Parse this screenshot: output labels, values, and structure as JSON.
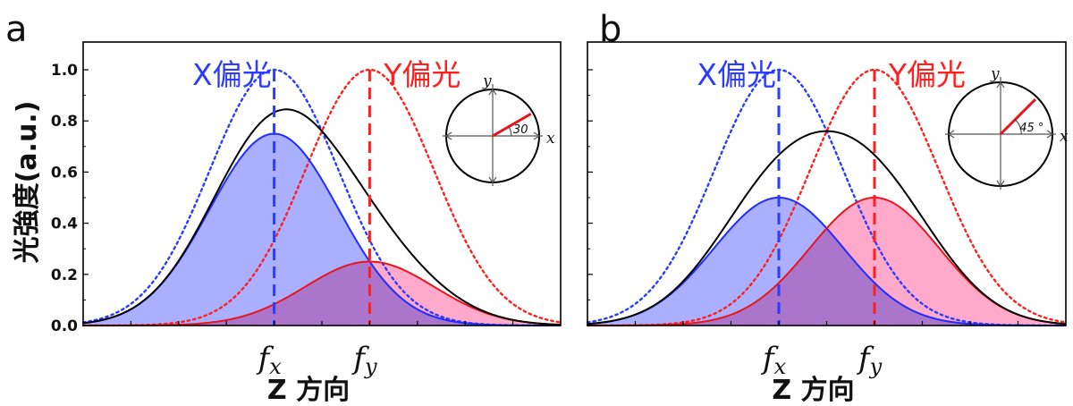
{
  "chart_data": [
    {
      "panel": "a",
      "type": "area",
      "ylabel": "光強度(a.u.)",
      "xlabel": "Z 方向",
      "ylim": [
        0,
        1.0
      ],
      "yticks": [
        "0.0",
        "0.2",
        "0.4",
        "0.6",
        "0.8",
        "1.0"
      ],
      "x_markers": [
        {
          "base": "f",
          "sub": "x",
          "x": 4.0
        },
        {
          "base": "f",
          "sub": "y",
          "x": 6.0
        }
      ],
      "xlim": [
        0,
        10
      ],
      "sigma": 1.35,
      "series": [
        {
          "label": "X偏光",
          "kind": "dotted-reference",
          "center": 4.0,
          "amplitude": 1.0,
          "color": "#2a3cff"
        },
        {
          "label": "Y偏光",
          "kind": "dotted-reference",
          "center": 6.0,
          "amplitude": 1.0,
          "color": "#ff1f1f"
        },
        {
          "kind": "filled-component",
          "center": 4.0,
          "amplitude": 0.75,
          "color": "#1f2cff",
          "fill": "#aab0ff"
        },
        {
          "kind": "filled-component",
          "center": 6.0,
          "amplitude": 0.25,
          "color": "#e8151b",
          "fill": "#ffaacb"
        },
        {
          "kind": "sum",
          "color": "#000000"
        }
      ],
      "inset": {
        "x_label": "x",
        "y_label": "y",
        "angle_label": "30",
        "angle_deg": 30
      }
    },
    {
      "panel": "b",
      "type": "area",
      "xlabel": "Z 方向",
      "ylim": [
        0,
        1.0
      ],
      "x_markers": [
        {
          "base": "f",
          "sub": "x",
          "x": 4.0
        },
        {
          "base": "f",
          "sub": "y",
          "x": 6.0
        }
      ],
      "xlim": [
        0,
        10
      ],
      "sigma": 1.35,
      "series": [
        {
          "label": "X偏光",
          "kind": "dotted-reference",
          "center": 4.0,
          "amplitude": 1.0,
          "color": "#2a3cff"
        },
        {
          "label": "Y偏光",
          "kind": "dotted-reference",
          "center": 6.0,
          "amplitude": 1.0,
          "color": "#ff1f1f"
        },
        {
          "kind": "filled-component",
          "center": 4.0,
          "amplitude": 0.5,
          "color": "#1f2cff",
          "fill": "#aab0ff"
        },
        {
          "kind": "filled-component",
          "center": 6.0,
          "amplitude": 0.5,
          "color": "#e8151b",
          "fill": "#ffaacb"
        },
        {
          "kind": "sum",
          "color": "#000000"
        }
      ],
      "inset": {
        "x_label": "x",
        "y_label": "y",
        "angle_label": "45 °",
        "angle_deg": 45
      }
    }
  ]
}
